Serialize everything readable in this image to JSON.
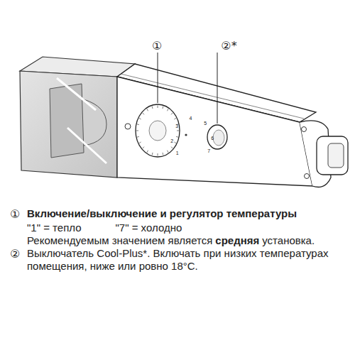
{
  "diagram": {
    "labels": [
      "①",
      "②*",
      "①",
      "Включение/выключение и регулятор температуры",
      "\"1\" = тепло",
      "\"7\" = холодно",
      "Рекомендуемым значением является",
      "средняя",
      "установка.",
      "②",
      "Выключатель Cool-Plus*. Включать при низких температурах помещения, ниже или ровно 18°С.",
      "1",
      "2",
      "3",
      "4",
      "5",
      "6",
      "7"
    ]
  }
}
